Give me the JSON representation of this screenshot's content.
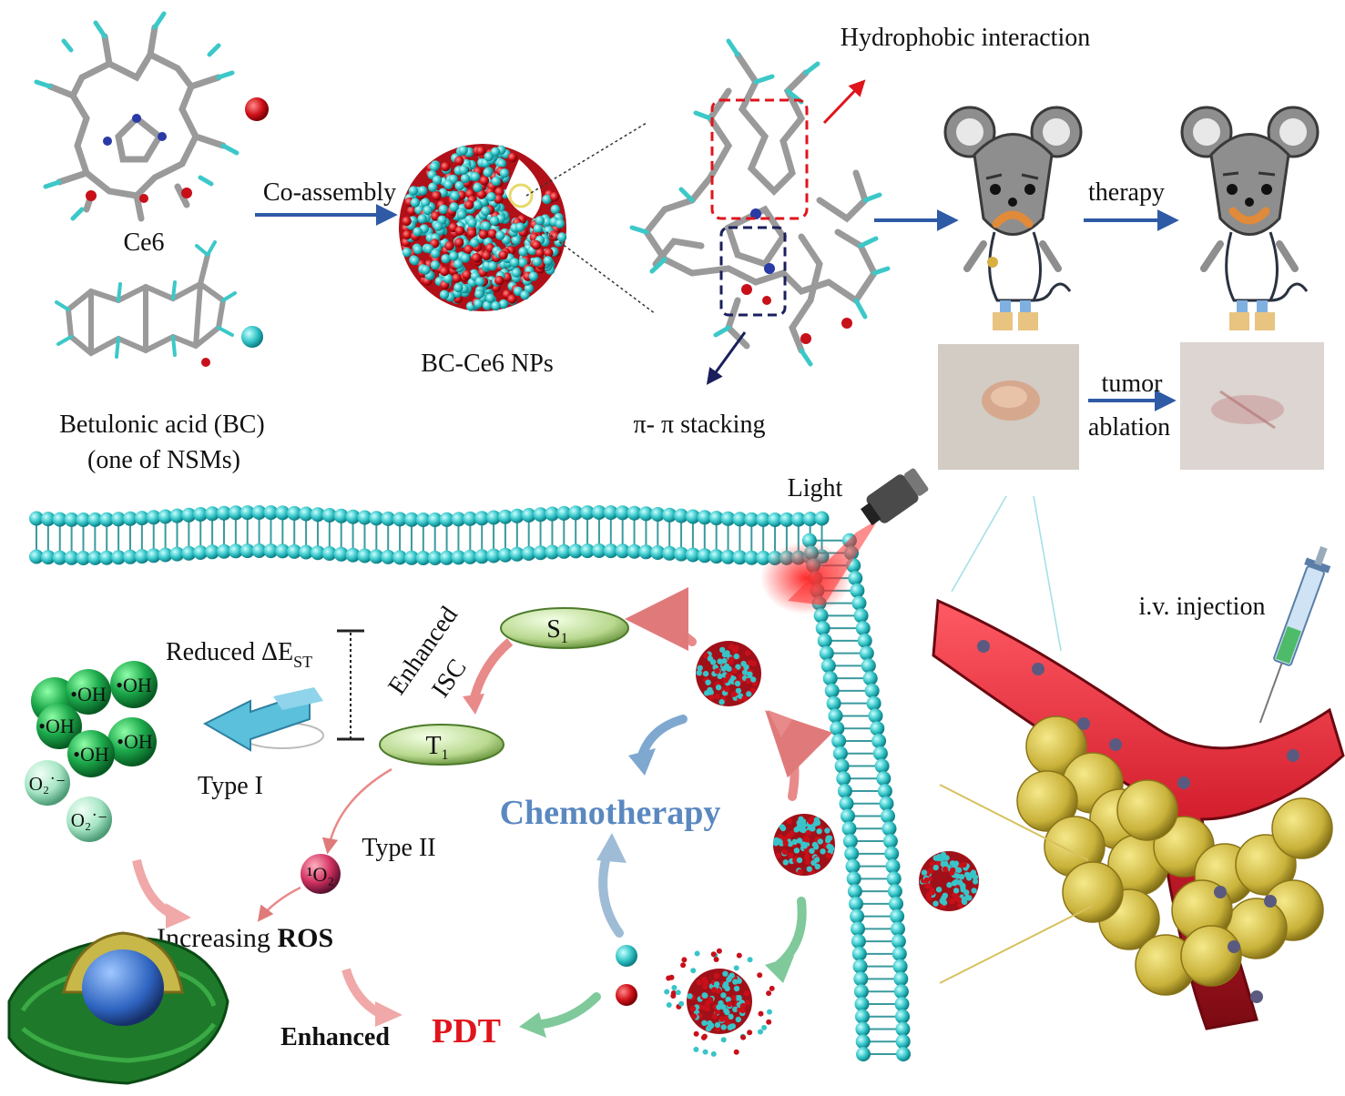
{
  "labels": {
    "ce6": "Ce6",
    "bc_line1": "Betulonic acid (BC)",
    "bc_line2": "(one of NSMs)",
    "co_assembly": "Co-assembly",
    "nps": "BC-Ce6 NPs",
    "hydrophobic": "Hydrophobic interaction",
    "pi_stacking": "π- π stacking",
    "therapy": "therapy",
    "tumor": "tumor",
    "ablation": "ablation",
    "light": "Light",
    "iv_injection": "i.v. injection",
    "s1": "S",
    "s1_sub": "1",
    "t1": "T",
    "t1_sub": "1",
    "enhanced_isc_1": "Enhanced",
    "enhanced_isc_2": "ISC",
    "reduced": "Reduced ΔE",
    "reduced_sub": "ST",
    "type1": "Type I",
    "type2": "Type II",
    "oh": "•OH",
    "o2_radical": "O₂˙⁻",
    "singlet_o2": "¹O₂",
    "increasing": "Increasing ",
    "ros": "ROS",
    "enhanced": "Enhanced",
    "pdt": "PDT",
    "chemotherapy": "Chemotherapy"
  },
  "colors": {
    "arrow_blue": "#2e5aa6",
    "cyan": "#3cc8c8",
    "red": "#c8101a",
    "pdt_red": "#e0141c",
    "chemo_blue": "#5a88c0",
    "oval_green": "#b9d98f",
    "ball_green": "#1aa64a",
    "vessel": "#d41f2e",
    "tumor_gold": "#c9b23a"
  }
}
